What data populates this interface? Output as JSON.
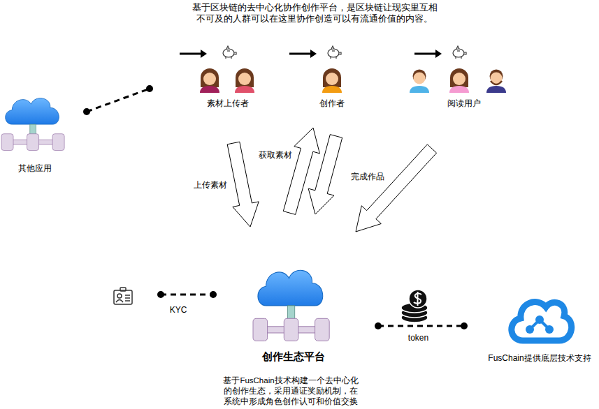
{
  "diagram": {
    "title": "基于区块链的去中心化协作创作平台，是区块链让现实里互相不可及的人群可以在这里协作创造可以有流通价值的内容。",
    "nodes": [
      {
        "text": [
          "其他应用"
        ]
      },
      {
        "text": [
          "素材上传者"
        ]
      },
      {
        "text": [
          "创作者"
        ]
      },
      {
        "text": [
          "阅读用户"
        ]
      },
      {
        "text": [
          "创作生态平台",
          "基于FusChain技术构建一个去中心化的创作生态，采用通证奖励机制，在系统中形成角色创作认可和价值交换"
        ]
      },
      {
        "text": [
          "FusChain提供底层技术支持"
        ]
      }
    ],
    "edges": [
      {
        "from": 0,
        "to": 1,
        "arrow": "none"
      },
      {
        "from": 1,
        "to": 4,
        "arrow": "to",
        "label": "上传素材"
      },
      {
        "from": 4,
        "to": 2,
        "arrow": "to",
        "label": "获取素材"
      },
      {
        "from": 2,
        "to": 4,
        "arrow": "to",
        "label": "完成作品"
      },
      {
        "from": 3,
        "to": 4,
        "arrow": "to"
      },
      {
        "from": 4,
        "to": 5,
        "arrow": "none",
        "label": "token"
      }
    ],
    "labels": [
      "KYC"
    ]
  }
}
